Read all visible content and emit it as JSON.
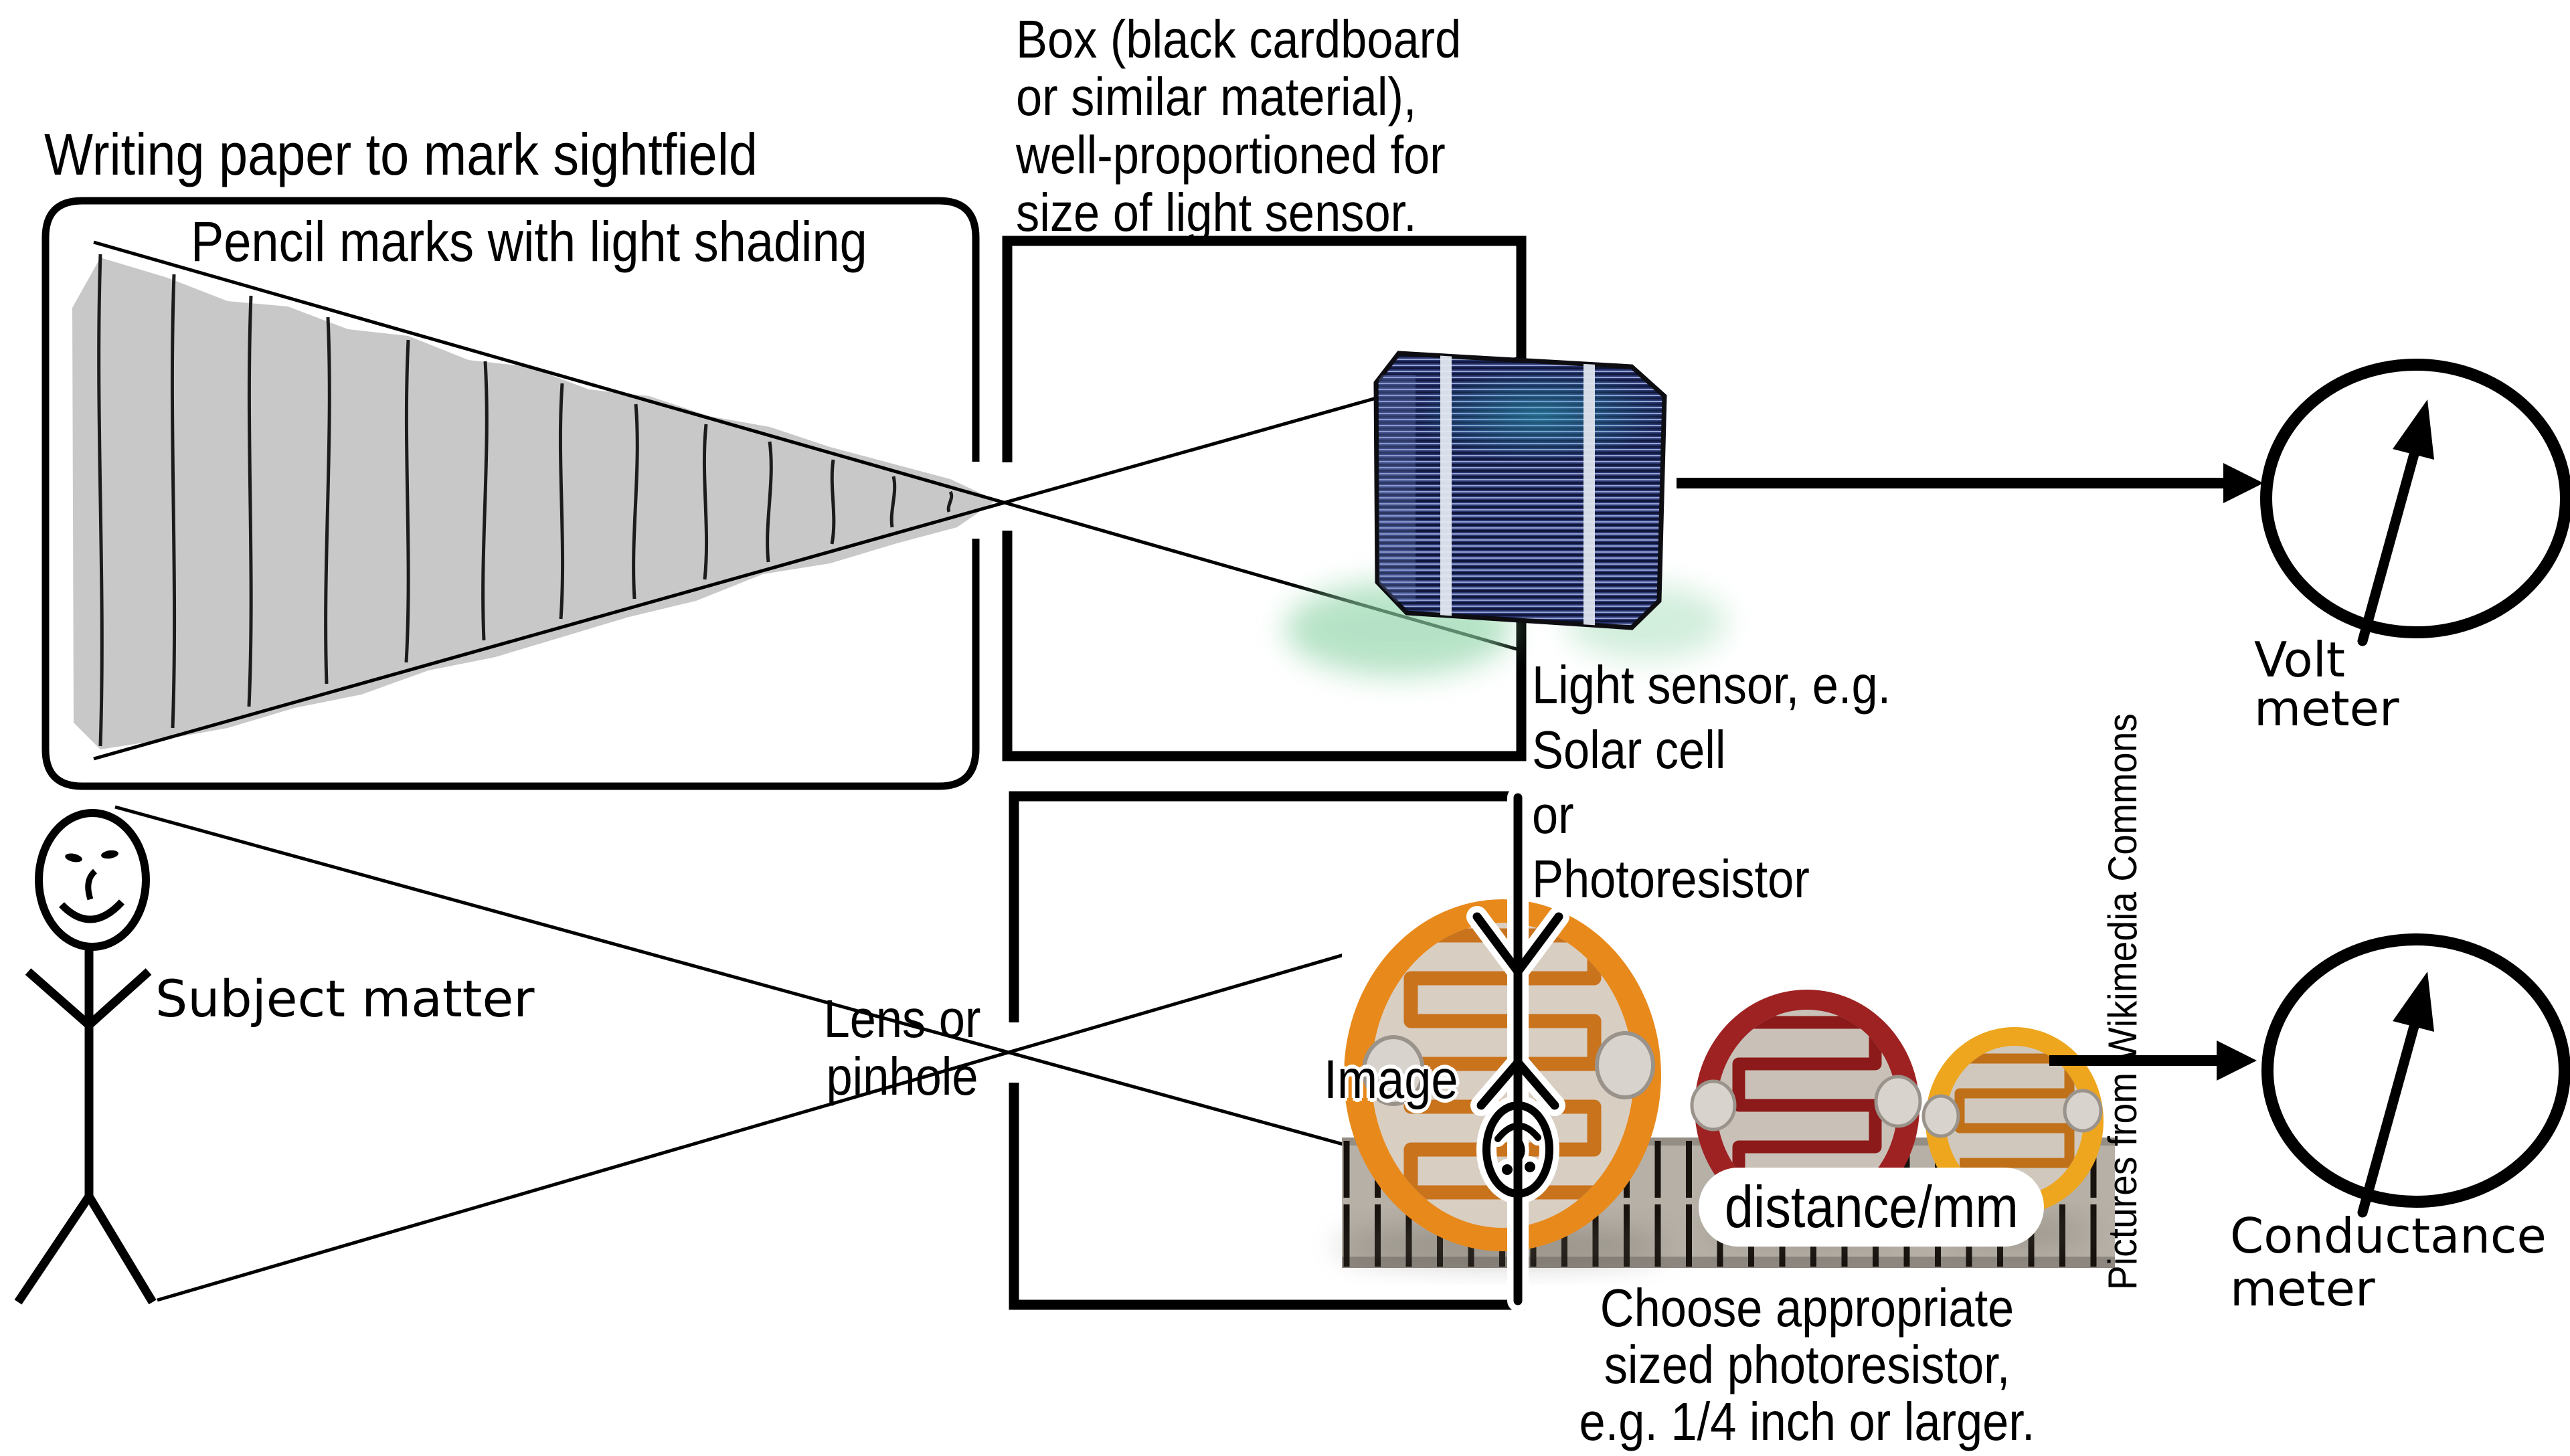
{
  "diagram": {
    "title": "Pinhole light-sensor sightfield experiment diagram",
    "writing_paper_label": "Writing paper to mark sightfield",
    "pencil_marks_label": "Pencil marks with light shading",
    "box_label": "Box (black cardboard\nor similar material),\nwell-proportioned for\nsize of light sensor.",
    "light_sensor_label": "Light sensor, e.g.\nSolar cell\nor\nPhotoresistor",
    "lens_label": "Lens or\npinhole",
    "subject_label": "Subject matter",
    "image_label": "Image",
    "distance_label": "distance/mm",
    "choose_label": "Choose appropriate\nsized photoresistor,\ne.g. 1/4 inch or larger.",
    "volt_meter_label": "Volt\nmeter",
    "conductance_meter_label": "Conductance\nmeter",
    "watermark": "Pictures from Wikimedia Commons",
    "icons": {
      "volt_meter": "analog-gauge-with-needle",
      "conductance_meter": "analog-gauge-with-needle",
      "arrows": "right-pointing-wire-arrow"
    },
    "colors": {
      "line_black": "#000000",
      "pencil_gray": "#c8c8c8",
      "solar_cell_navy": "#2a3672",
      "solar_cell_stripe_dark": "#10173a",
      "solar_cell_stripe_light": "#95a2cf",
      "solar_cell_glow_green": "#8fd4a8",
      "photoresistor_orange": "#e8891c",
      "photoresistor_dark_red": "#9e2222",
      "photoresistor_yellow": "#eda61e",
      "ceramic_face": "#d9cec2",
      "ruler_gray": "#b6b0a7"
    }
  }
}
